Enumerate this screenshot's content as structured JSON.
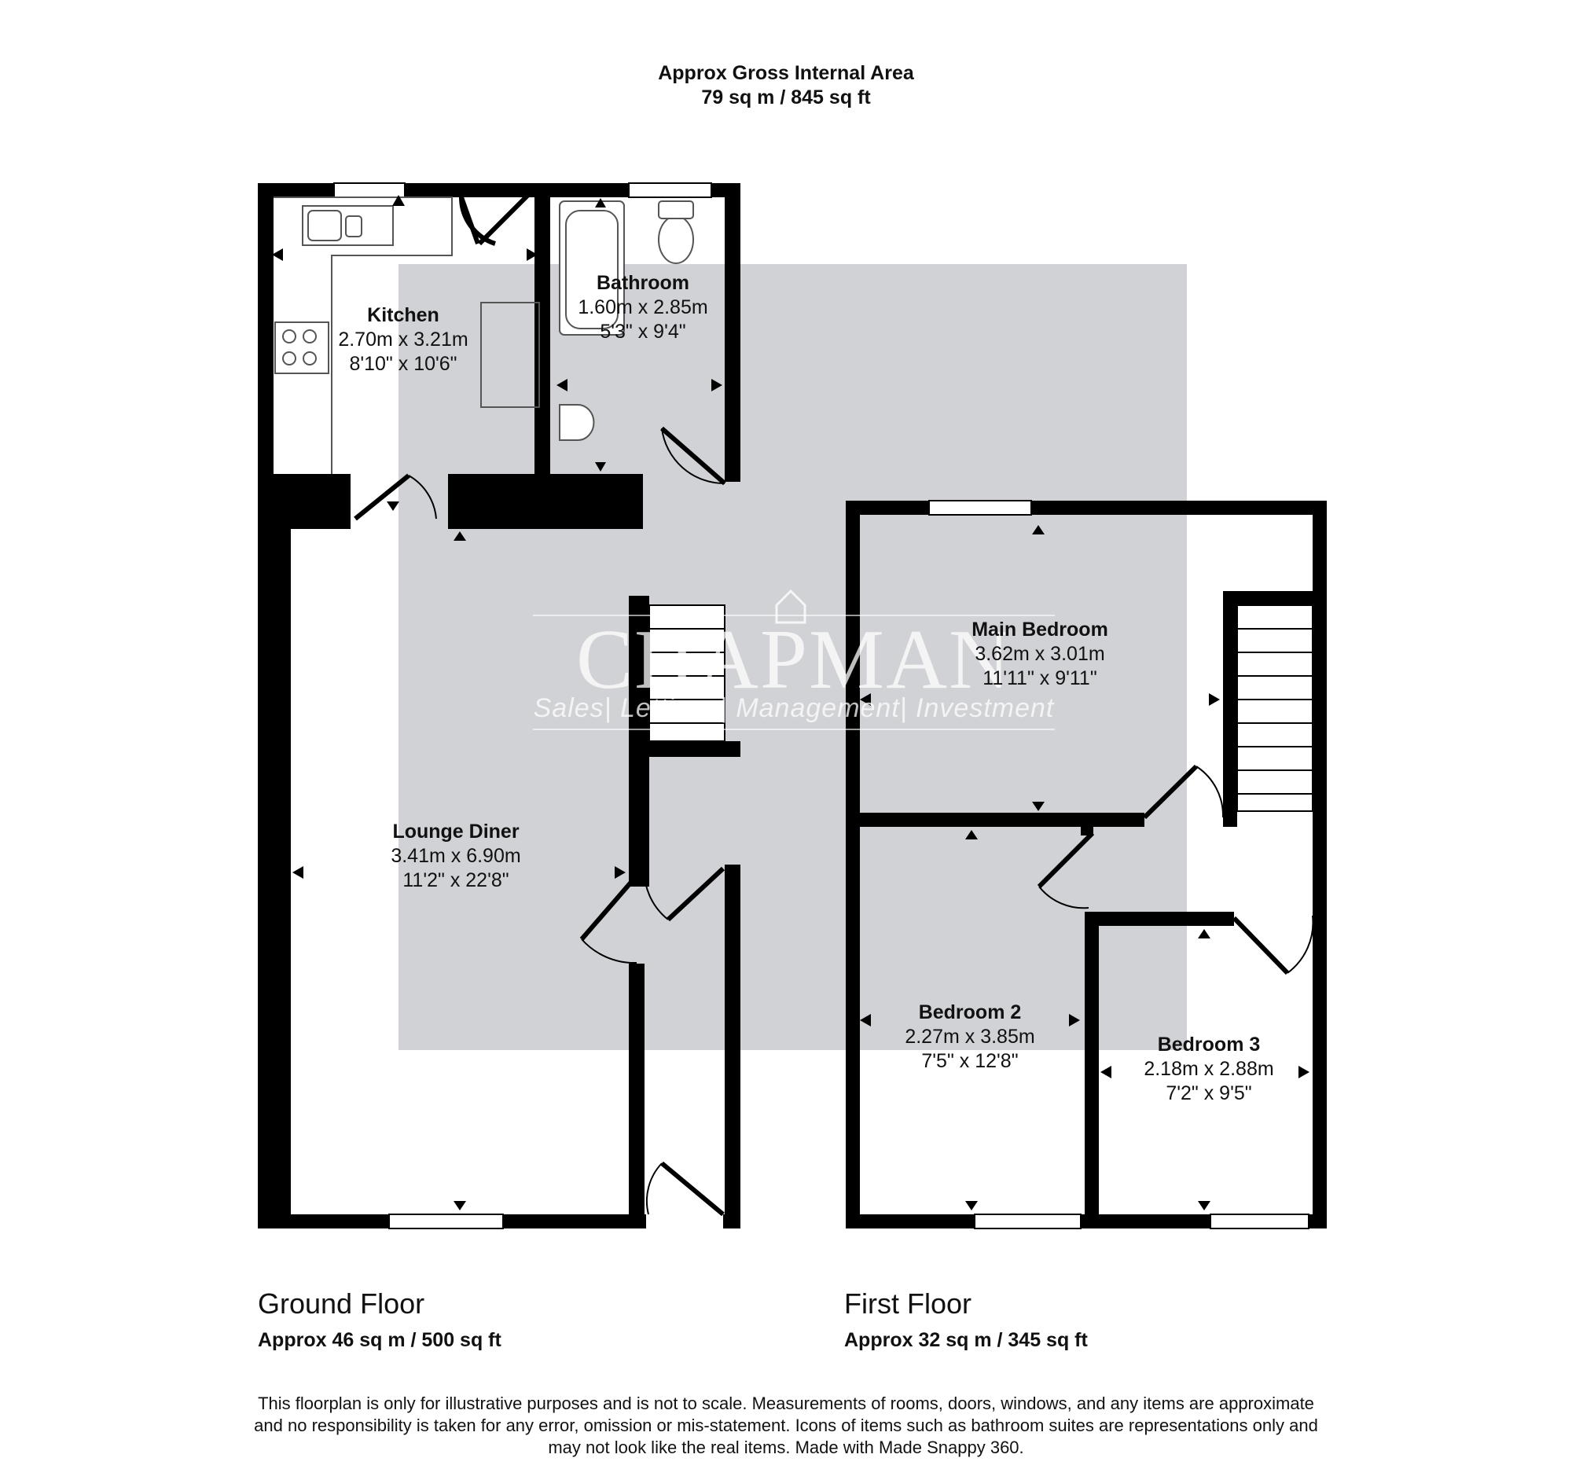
{
  "header": {
    "title": "Approx Gross Internal Area",
    "area": "79 sq m / 845 sq ft"
  },
  "floors": [
    {
      "name": "Ground Floor",
      "area": "Approx 46 sq m / 500 sq ft"
    },
    {
      "name": "First Floor",
      "area": "Approx 32 sq m / 345 sq ft"
    }
  ],
  "rooms": {
    "kitchen": {
      "name": "Kitchen",
      "metric": "2.70m x 3.21m",
      "imperial": "8'10\" x 10'6\""
    },
    "bathroom": {
      "name": "Bathroom",
      "metric": "1.60m x 2.85m",
      "imperial": "5'3\" x 9'4\""
    },
    "lounge": {
      "name": "Lounge Diner",
      "metric": "3.41m x 6.90m",
      "imperial": "11'2\" x 22'8\""
    },
    "main_bedroom": {
      "name": "Main Bedroom",
      "metric": "3.62m x 3.01m",
      "imperial": "11'11\" x 9'11\""
    },
    "bedroom2": {
      "name": "Bedroom 2",
      "metric": "2.27m x 3.85m",
      "imperial": "7'5\" x 12'8\""
    },
    "bedroom3": {
      "name": "Bedroom 3",
      "metric": "2.18m x 2.88m",
      "imperial": "7'2\" x 9'5\""
    }
  },
  "watermark": {
    "brand": "CHAPMAN",
    "tagline": "Sales| Lettings| Management| Investment"
  },
  "disclaimer": {
    "line1": "This floorplan is only for illustrative purposes and is not to scale. Measurements of rooms, doors, windows, and any items are approximate",
    "line2": "and no responsibility is taken for any error, omission or mis-statement. Icons of items such as bathroom suites are representations only and",
    "line3": "may not look like the real items. Made with Made Snappy 360."
  },
  "colors": {
    "wall": "#000000",
    "watermark_bg": "#d1d2d6",
    "fixture_line": "#555555"
  }
}
